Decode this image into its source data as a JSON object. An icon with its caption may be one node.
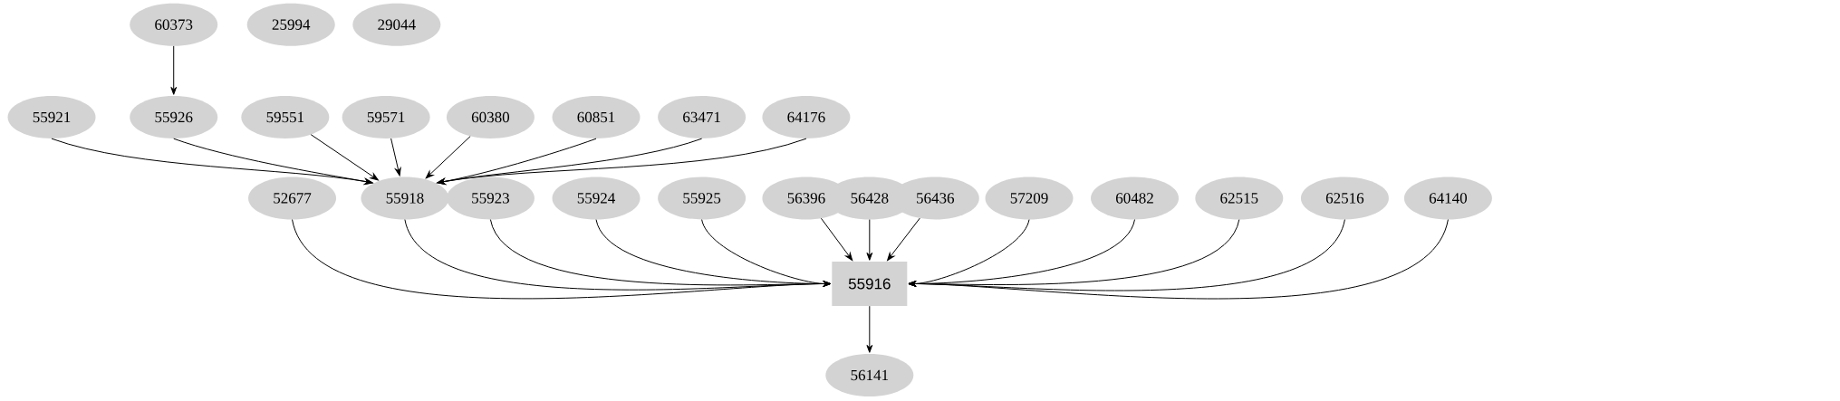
{
  "diagram": {
    "nodes": [
      {
        "text": [
          "60373"
        ]
      },
      {
        "text": [
          "25994"
        ]
      },
      {
        "text": [
          "29044"
        ]
      },
      {
        "text": [
          "55921"
        ]
      },
      {
        "text": [
          "55926"
        ]
      },
      {
        "text": [
          "59551"
        ]
      },
      {
        "text": [
          "59571"
        ]
      },
      {
        "text": [
          "60380"
        ]
      },
      {
        "text": [
          "60851"
        ]
      },
      {
        "text": [
          "63471"
        ]
      },
      {
        "text": [
          "64176"
        ]
      },
      {
        "text": [
          "52677"
        ]
      },
      {
        "text": [
          "55918"
        ]
      },
      {
        "text": [
          "55923"
        ]
      },
      {
        "text": [
          "55924"
        ]
      },
      {
        "text": [
          "55925"
        ]
      },
      {
        "text": [
          "56396"
        ]
      },
      {
        "text": [
          "56428"
        ]
      },
      {
        "text": [
          "56436"
        ]
      },
      {
        "text": [
          "57209"
        ]
      },
      {
        "text": [
          "60482"
        ]
      },
      {
        "text": [
          "62515"
        ]
      },
      {
        "text": [
          "62516"
        ]
      },
      {
        "text": [
          "64140"
        ]
      },
      {
        "text": [
          "55916"
        ]
      },
      {
        "text": [
          "56141"
        ]
      }
    ],
    "edges": [
      {
        "from": 0,
        "to": 4,
        "arrow": "to"
      },
      {
        "from": 3,
        "to": 12,
        "arrow": "to"
      },
      {
        "from": 4,
        "to": 12,
        "arrow": "to"
      },
      {
        "from": 5,
        "to": 12,
        "arrow": "to"
      },
      {
        "from": 6,
        "to": 12,
        "arrow": "to"
      },
      {
        "from": 7,
        "to": 12,
        "arrow": "to"
      },
      {
        "from": 8,
        "to": 12,
        "arrow": "to"
      },
      {
        "from": 9,
        "to": 12,
        "arrow": "to"
      },
      {
        "from": 10,
        "to": 12,
        "arrow": "to"
      },
      {
        "from": 11,
        "to": 24,
        "arrow": "to"
      },
      {
        "from": 12,
        "to": 24,
        "arrow": "to"
      },
      {
        "from": 13,
        "to": 24,
        "arrow": "to"
      },
      {
        "from": 14,
        "to": 24,
        "arrow": "to"
      },
      {
        "from": 15,
        "to": 24,
        "arrow": "to"
      },
      {
        "from": 16,
        "to": 24,
        "arrow": "to"
      },
      {
        "from": 17,
        "to": 24,
        "arrow": "to"
      },
      {
        "from": 18,
        "to": 24,
        "arrow": "to"
      },
      {
        "from": 19,
        "to": 24,
        "arrow": "to"
      },
      {
        "from": 20,
        "to": 24,
        "arrow": "to"
      },
      {
        "from": 21,
        "to": 24,
        "arrow": "to"
      },
      {
        "from": 22,
        "to": 24,
        "arrow": "to"
      },
      {
        "from": 23,
        "to": 24,
        "arrow": "to"
      },
      {
        "from": 24,
        "to": 25,
        "arrow": "to"
      }
    ]
  }
}
